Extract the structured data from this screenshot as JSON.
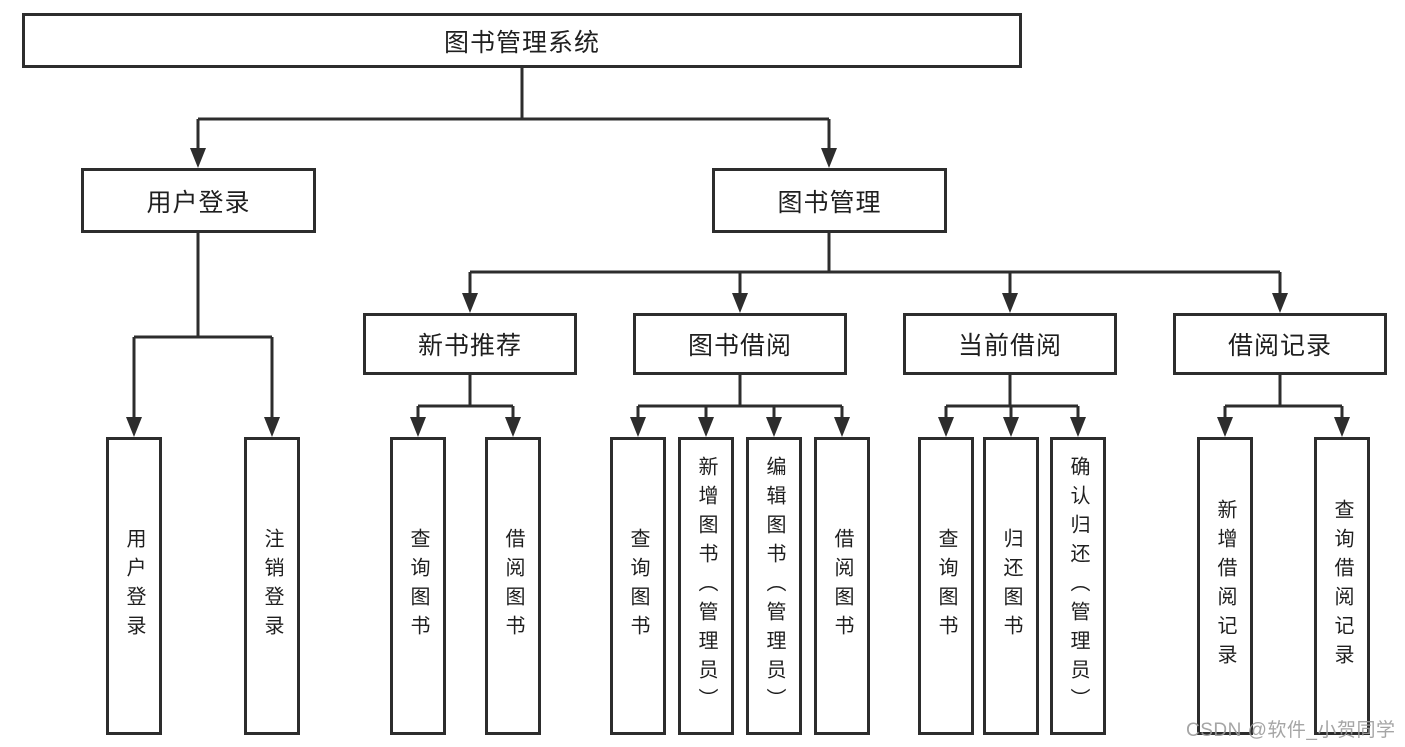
{
  "diagram": {
    "tree": {
      "label": "图书管理系统",
      "children": [
        {
          "label": "用户登录",
          "children": [
            {
              "label": "用户登录"
            },
            {
              "label": "注销登录"
            }
          ]
        },
        {
          "label": "图书管理",
          "children": [
            {
              "label": "新书推荐",
              "children": [
                {
                  "label": "查询图书"
                },
                {
                  "label": "借阅图书"
                }
              ]
            },
            {
              "label": "图书借阅",
              "children": [
                {
                  "label": "查询图书"
                },
                {
                  "label": "新增图书（管理员）"
                },
                {
                  "label": "编辑图书（管理员）"
                },
                {
                  "label": "借阅图书"
                }
              ]
            },
            {
              "label": "当前借阅",
              "children": [
                {
                  "label": "查询图书"
                },
                {
                  "label": "归还图书"
                },
                {
                  "label": "确认归还（管理员）"
                }
              ]
            },
            {
              "label": "借阅记录",
              "children": [
                {
                  "label": "新增借阅记录"
                },
                {
                  "label": "查询借阅记录"
                }
              ]
            }
          ]
        }
      ]
    },
    "colors": {
      "line": "#2d2d2d",
      "text": "#1f1f1f",
      "background": "#ffffff",
      "watermark": "#9c9c9c"
    }
  },
  "watermark": {
    "text": "CSDN @软件_小贺同学"
  }
}
